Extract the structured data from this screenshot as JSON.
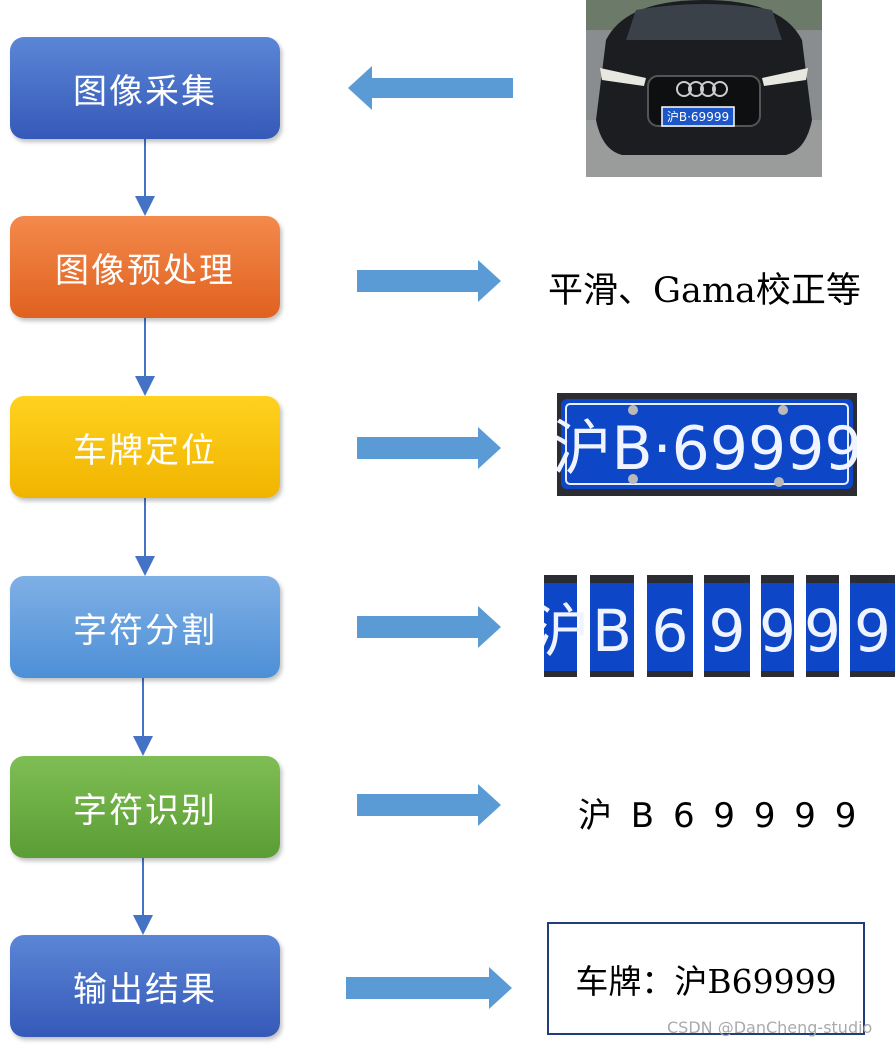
{
  "steps": [
    {
      "label": "图像采集",
      "color": "#4470c8"
    },
    {
      "label": "图像预处理",
      "color": "#ea7a33"
    },
    {
      "label": "车牌定位",
      "color": "#fbc20a"
    },
    {
      "label": "字符分割",
      "color": "#63a0e0"
    },
    {
      "label": "字符识别",
      "color": "#6aac43"
    },
    {
      "label": "输出结果",
      "color": "#4470c8"
    }
  ],
  "outputs": {
    "preprocess": "平滑、Gama校正等",
    "plate_text": "沪B·69999",
    "segments": [
      "沪",
      "B",
      "6",
      "9",
      "9",
      "9",
      "9"
    ],
    "recognized": "沪 B 6 9 9 9 9",
    "result": "车牌：沪B69999",
    "car_badge": "沪B·69999"
  },
  "watermark": "CSDN @DanCheng-studio"
}
